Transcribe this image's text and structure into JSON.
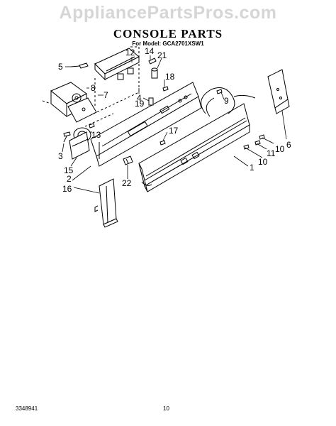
{
  "watermark": "AppliancePartsPros.com",
  "header": {
    "title": "CONSOLE PARTS",
    "subtitle": "For Model: GCA2701XSW1"
  },
  "footer": {
    "doc_number": "3348941",
    "page_number": "10"
  },
  "callouts": {
    "c1": "1",
    "c2": "2",
    "c3": "3",
    "c4": "4",
    "c5": "5",
    "c6": "6",
    "c7": "7",
    "c8": "8",
    "c9": "9",
    "c10a": "10",
    "c10b": "10",
    "c11": "11",
    "c12": "12",
    "c13": "13",
    "c14": "14",
    "c15": "15",
    "c16": "16",
    "c17": "17",
    "c18": "18",
    "c19": "19",
    "c21": "21",
    "c22": "22"
  }
}
